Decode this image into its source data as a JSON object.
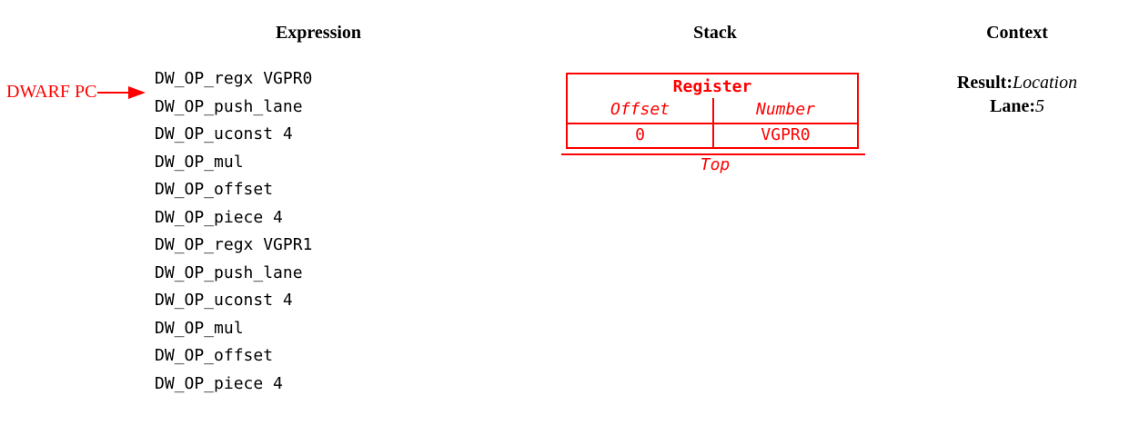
{
  "colors": {
    "accent_red": "#fe0000",
    "text_black": "#000000",
    "background": "#ffffff"
  },
  "headers": {
    "expression": "Expression",
    "stack": "Stack",
    "context": "Context"
  },
  "pointer": {
    "label": "DWARF PC"
  },
  "expression": {
    "ops": [
      "DW_OP_regx VGPR0",
      "DW_OP_push_lane",
      "DW_OP_uconst 4",
      "DW_OP_mul",
      "DW_OP_offset",
      "DW_OP_piece 4",
      "DW_OP_regx VGPR1",
      "DW_OP_push_lane",
      "DW_OP_uconst 4",
      "DW_OP_mul",
      "DW_OP_offset",
      "DW_OP_piece 4"
    ]
  },
  "stack": {
    "entry": {
      "title": "Register",
      "columns": [
        "Offset",
        "Number"
      ],
      "values": [
        "0",
        "VGPR0"
      ]
    },
    "top_label": "Top"
  },
  "context": {
    "result": {
      "label": "Result:",
      "value": "Location"
    },
    "lane": {
      "label": "Lane:",
      "value": "5"
    }
  }
}
